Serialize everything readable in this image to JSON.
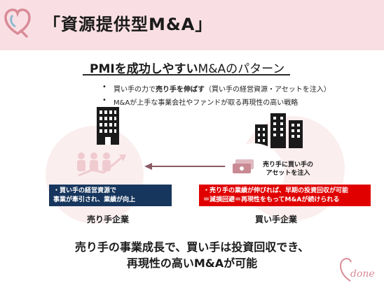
{
  "header": {
    "title": "「資源提供型M&A」"
  },
  "slide": {
    "subtitle_bold": "PMIを成功しやすい",
    "subtitle_rest": "M&Aのパターン",
    "bullets": [
      {
        "pre": "買い手の力で",
        "bold": "売り手を伸ばす",
        "post": "（買い手の経営資源・アセットを注入）"
      },
      {
        "pre": "M&Aが上手な事業会社やファンドが取る再現性の高い戦略",
        "bold": "",
        "post": ""
      }
    ],
    "bullet_mark": "•",
    "inject_line1": "売り手に買い手の",
    "inject_line2": "アセットを注入",
    "seller_box_line1": "・買い手の経営資源で",
    "seller_box_line2": "事業が牽引され、業績が向上",
    "buyer_box_line1": "・売り手の業績が伸びれば、早期の投資回収が可能",
    "buyer_box_line2": "＝減損回避＝再現性をもってM&Aが続けられる",
    "seller_label": "売り手企業",
    "buyer_label": "買い手企業",
    "conclusion_line1": "売り手の事業成長で、買い手は投資回収でき、",
    "conclusion_line2": "再現性の高いM&Aが可能"
  },
  "brand": {
    "text": "done"
  },
  "colors": {
    "header_bg": "#f9dfe3",
    "accent_pink": "#d98b97",
    "navy": "#17365d",
    "red": "#e00000",
    "circle_bg": "#fbeeef"
  },
  "icons": [
    "logo-heart-icon",
    "office-building-icon",
    "city-buildings-icon",
    "growth-people-icon",
    "money-icon",
    "arrow-left-icon"
  ]
}
